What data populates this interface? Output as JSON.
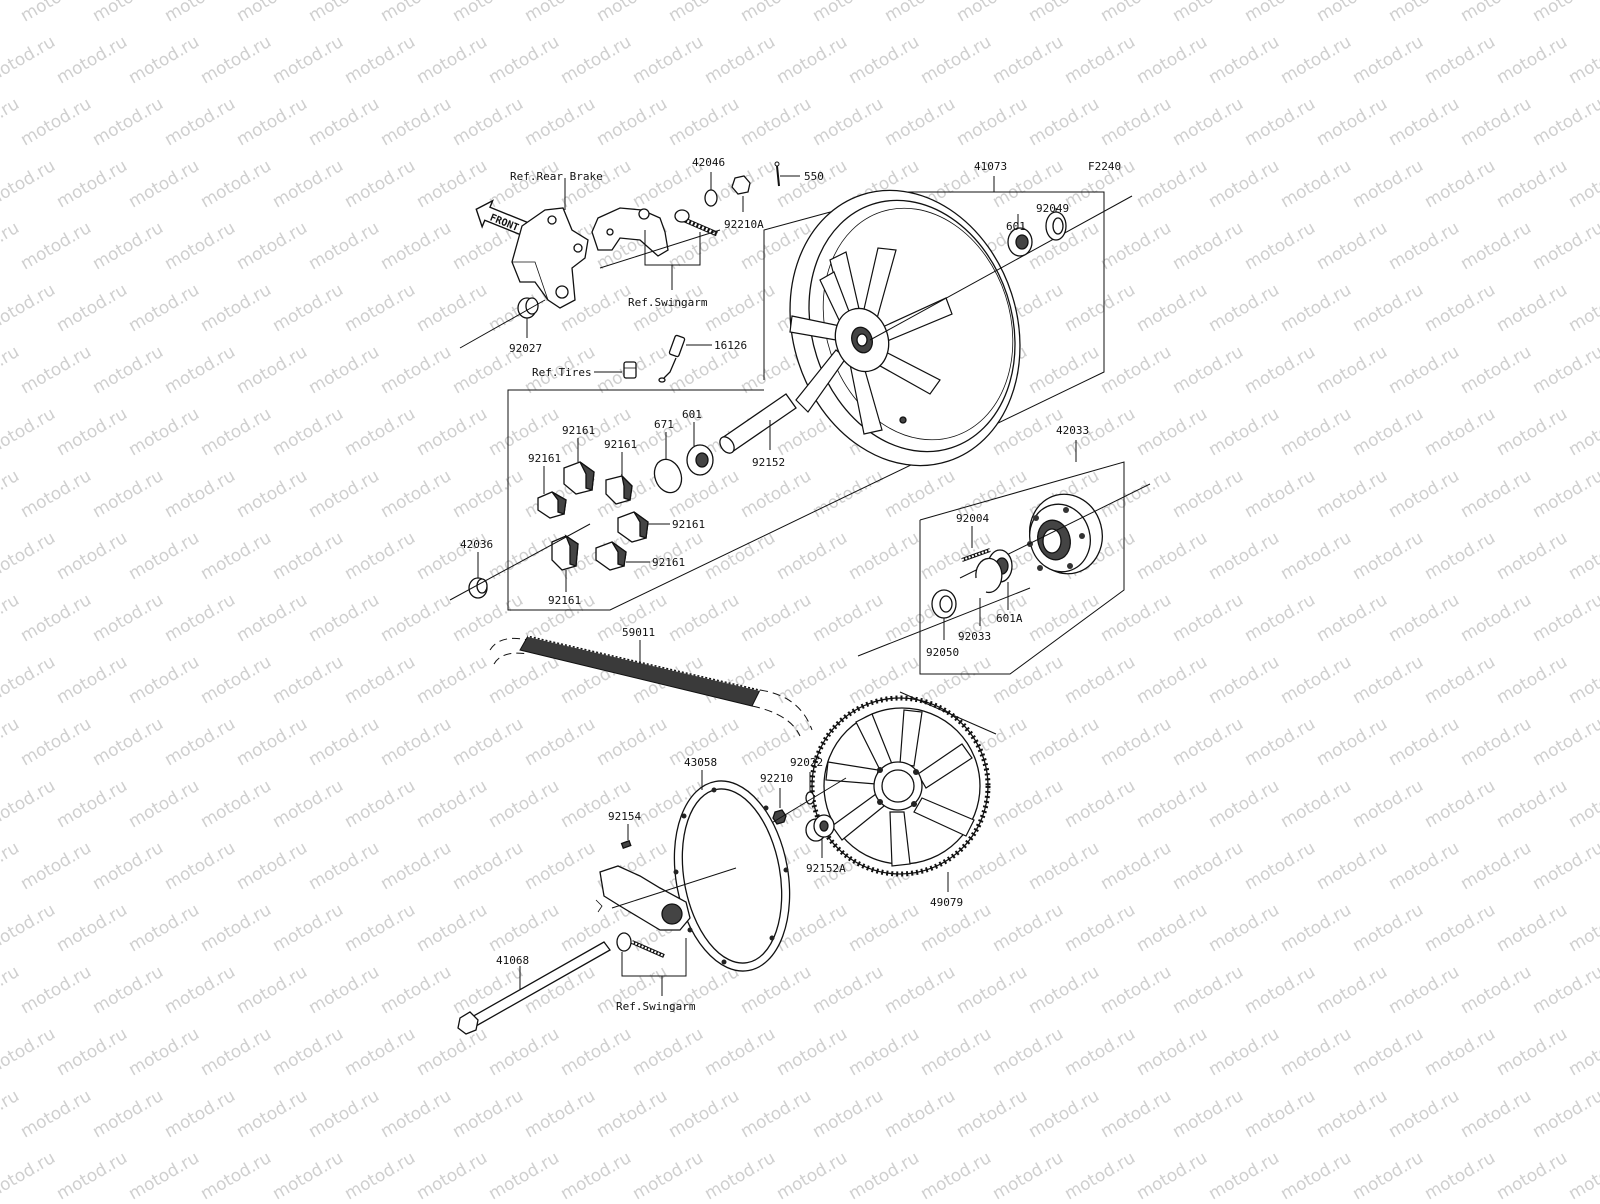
{
  "diagram_code": "F2240",
  "watermark": "motod.ru",
  "front_label": "FRONT",
  "refs": {
    "rear_brake": "Ref.Rear Brake",
    "swingarm_top": "Ref.Swingarm",
    "tires": "Ref.Tires",
    "swingarm_bottom": "Ref.Swingarm"
  },
  "part_labels": {
    "p42046": "42046",
    "p92210A": "92210A",
    "p550": "550",
    "p41073": "41073",
    "p601_top": "601",
    "p92049": "92049",
    "p92027": "92027",
    "p16126": "16126",
    "p92161_a": "92161",
    "p92161_b": "92161",
    "p92161_c": "92161",
    "p92161_d": "92161",
    "p92161_e": "92161",
    "p92161_f": "92161",
    "p671": "671",
    "p601_mid": "601",
    "p92152": "92152",
    "p42036": "42036",
    "p42033": "42033",
    "p92004": "92004",
    "p92033": "92033",
    "p601A": "601A",
    "p92050": "92050",
    "p59011": "59011",
    "p43058": "43058",
    "p92022": "92022",
    "p92210": "92210",
    "p92154": "92154",
    "p92152A": "92152A",
    "p49079": "49079",
    "p41068": "41068"
  }
}
